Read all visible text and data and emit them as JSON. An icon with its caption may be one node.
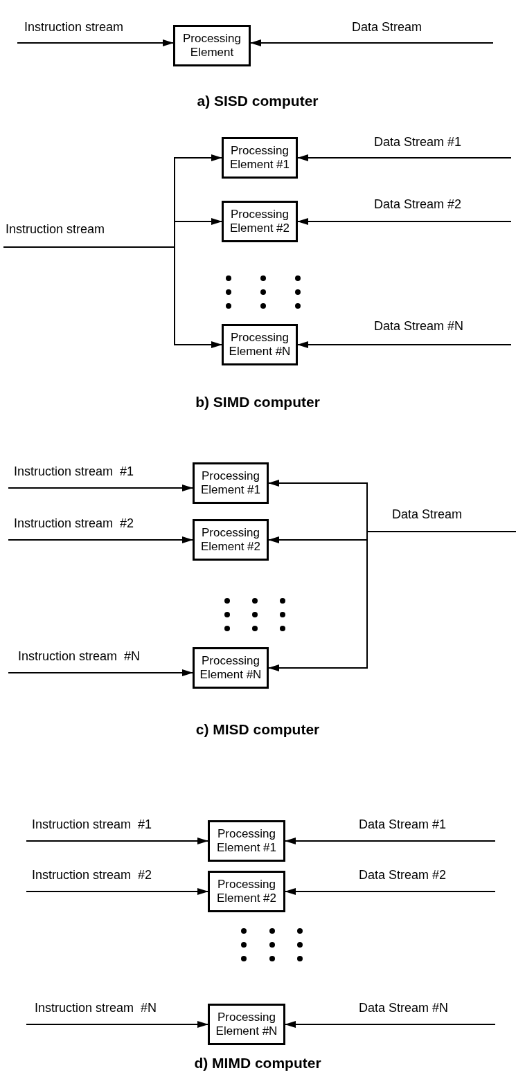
{
  "diagram": {
    "nodes": [
      {
        "text": [
          "Processing Element"
        ]
      },
      {
        "text": [
          "Processing Element #1"
        ]
      },
      {
        "text": [
          "Processing Element #2"
        ]
      },
      {
        "text": [
          "Processing Element #N"
        ]
      },
      {
        "text": [
          "Processing Element #1"
        ]
      },
      {
        "text": [
          "Processing Element #2"
        ]
      },
      {
        "text": [
          "Processing Element #N"
        ]
      },
      {
        "text": [
          "Processing Element #1"
        ]
      },
      {
        "text": [
          "Processing Element #2"
        ]
      },
      {
        "text": [
          "Processing Element #N"
        ]
      }
    ],
    "edges": [
      {
        "from": null,
        "to": 0,
        "arrow": "to",
        "label": "Instruction stream"
      },
      {
        "from": null,
        "to": 0,
        "arrow": "to",
        "label": "Data Stream"
      },
      {
        "from": null,
        "to": 1,
        "arrow": "to"
      },
      {
        "from": null,
        "to": 2,
        "arrow": "to",
        "label": "Instruction stream"
      },
      {
        "from": null,
        "to": 3,
        "arrow": "to"
      },
      {
        "from": null,
        "to": 1,
        "arrow": "to",
        "label": "Data Stream #1"
      },
      {
        "from": null,
        "to": 2,
        "arrow": "to",
        "label": "Data Stream #2"
      },
      {
        "from": null,
        "to": 3,
        "arrow": "to",
        "label": "Data Stream #N"
      },
      {
        "from": null,
        "to": 4,
        "arrow": "to",
        "label": "Instruction stream  #1"
      },
      {
        "from": null,
        "to": 5,
        "arrow": "to",
        "label": "Instruction stream  #2"
      },
      {
        "from": null,
        "to": 6,
        "arrow": "to",
        "label": "Instruction stream  #N"
      },
      {
        "from": null,
        "to": 4,
        "arrow": "to"
      },
      {
        "from": null,
        "to": 5,
        "arrow": "to",
        "label": "Data Stream"
      },
      {
        "from": null,
        "to": 6,
        "arrow": "to"
      },
      {
        "from": null,
        "to": 7,
        "arrow": "to",
        "label": "Instruction stream  #1"
      },
      {
        "from": null,
        "to": 8,
        "arrow": "to",
        "label": "Instruction stream  #2"
      },
      {
        "from": null,
        "to": 9,
        "arrow": "to",
        "label": "Instruction stream  #N"
      },
      {
        "from": null,
        "to": 7,
        "arrow": "to",
        "label": "Data Stream #1"
      },
      {
        "from": null,
        "to": 8,
        "arrow": "to",
        "label": "Data Stream #2"
      },
      {
        "from": null,
        "to": 9,
        "arrow": "to",
        "label": "Data Stream #N"
      }
    ],
    "labels": [
      "a) SISD computer",
      "b) SIMD computer",
      "c) MISD computer",
      "d) MIMD computer"
    ]
  }
}
